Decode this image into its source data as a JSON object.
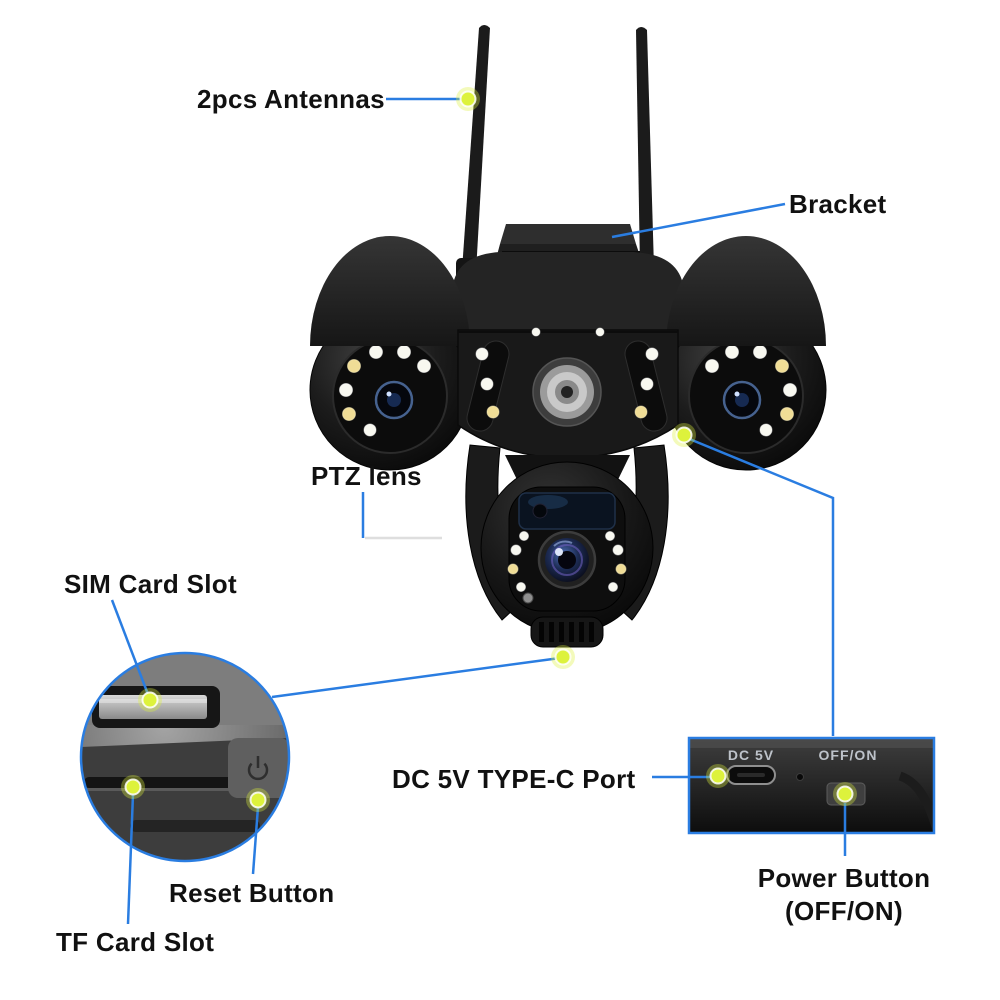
{
  "callouts": {
    "antennas": "2pcs Antennas",
    "bracket": "Bracket",
    "ptz_lens": "PTZ lens",
    "sim_card_slot": "SIM Card Slot",
    "reset_button": "Reset Button",
    "tf_card_slot": "TF Card Slot",
    "dc_port": "DC 5V TYPE-C Port",
    "power_button": "Power Button",
    "power_button_sub": "(OFF/ON)"
  },
  "inset_labels": {
    "dc_marking": "DC 5V",
    "power_marking": "OFF/ON"
  },
  "colors": {
    "callout_line": "#2a7de1",
    "marker_dot": "#ddf23c",
    "label_text": "#111111"
  },
  "icons": {
    "power_symbol": "power-icon"
  }
}
